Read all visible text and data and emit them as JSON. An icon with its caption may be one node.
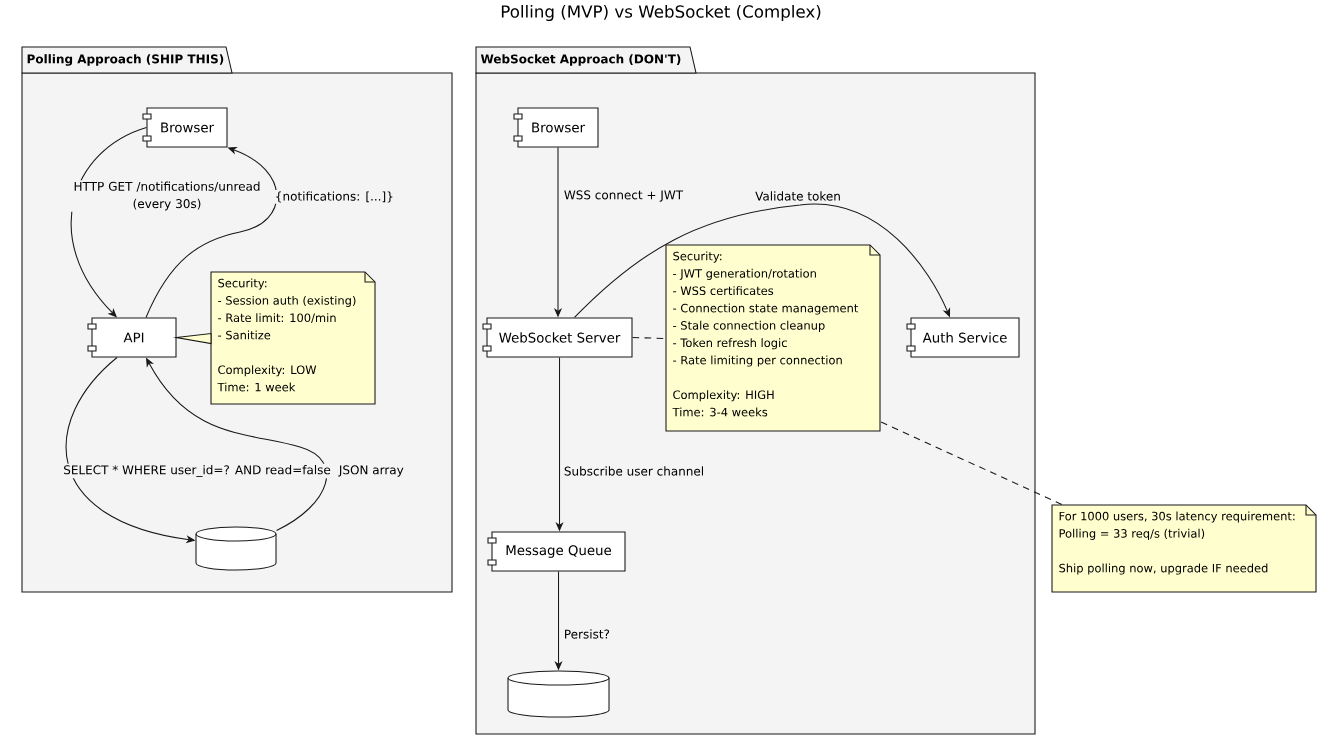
{
  "diagram": {
    "title": "Polling (MVP) vs WebSocket (Complex)",
    "nodes": [
      {
        "text": [
          "Polling Approach (SHIP THIS)"
        ]
      },
      {
        "text": [
          "Browser"
        ],
        "in": 0
      },
      {
        "text": [
          "API"
        ],
        "in": 0
      },
      {
        "text": [
          "Security:",
          "- Session auth (existing)",
          "- Rate limit: 100/min",
          "- Sanitize",
          "Complexity: LOW",
          "Time: 1 week"
        ],
        "in": 0
      },
      {
        "text": [],
        "shape": "cylinder",
        "in": 0
      },
      {
        "text": [
          "WebSocket Approach (DON'T)"
        ]
      },
      {
        "text": [
          "Browser"
        ],
        "in": 5
      },
      {
        "text": [
          "WebSocket Server"
        ],
        "in": 5
      },
      {
        "text": [
          "Security:",
          "- JWT generation/rotation",
          "- WSS certificates",
          "- Connection state management",
          "- Stale connection cleanup",
          "- Token refresh logic",
          "- Rate limiting per connection",
          "Complexity: HIGH",
          "Time: 3-4 weeks"
        ],
        "in": 5
      },
      {
        "text": [
          "Auth Service"
        ],
        "in": 5
      },
      {
        "text": [
          "Message Queue"
        ],
        "in": 5
      },
      {
        "text": [],
        "shape": "cylinder",
        "in": 5
      },
      {
        "text": [
          "For 1000 users, 30s latency requirement:",
          "Polling = 33 req/s (trivial)",
          "Ship polling now, upgrade IF needed"
        ]
      }
    ],
    "edges": [
      {
        "from": 1,
        "to": 2,
        "arrow": "to",
        "label": "HTTP GET /notifications/unread (every 30s)"
      },
      {
        "from": 2,
        "to": 1,
        "arrow": "to",
        "label": "{notifications: [...]}"
      },
      {
        "from": 2,
        "to": 4,
        "arrow": "to",
        "label": "SELECT * WHERE user_id=? AND read=false"
      },
      {
        "from": 4,
        "to": 2,
        "arrow": "to",
        "label": "JSON array"
      },
      {
        "from": 2,
        "to": 3,
        "arrow": "none"
      },
      {
        "from": 6,
        "to": 7,
        "arrow": "to",
        "label": "WSS connect + JWT"
      },
      {
        "from": 7,
        "to": 9,
        "arrow": "to",
        "label": "Validate token"
      },
      {
        "from": 7,
        "to": 8,
        "arrow": "none",
        "style": "dashed"
      },
      {
        "from": 7,
        "to": 10,
        "arrow": "to",
        "label": "Subscribe user channel"
      },
      {
        "from": 10,
        "to": 11,
        "arrow": "to",
        "label": "Persist?"
      },
      {
        "from": 8,
        "to": 12,
        "arrow": "none",
        "style": "dashed"
      }
    ]
  }
}
